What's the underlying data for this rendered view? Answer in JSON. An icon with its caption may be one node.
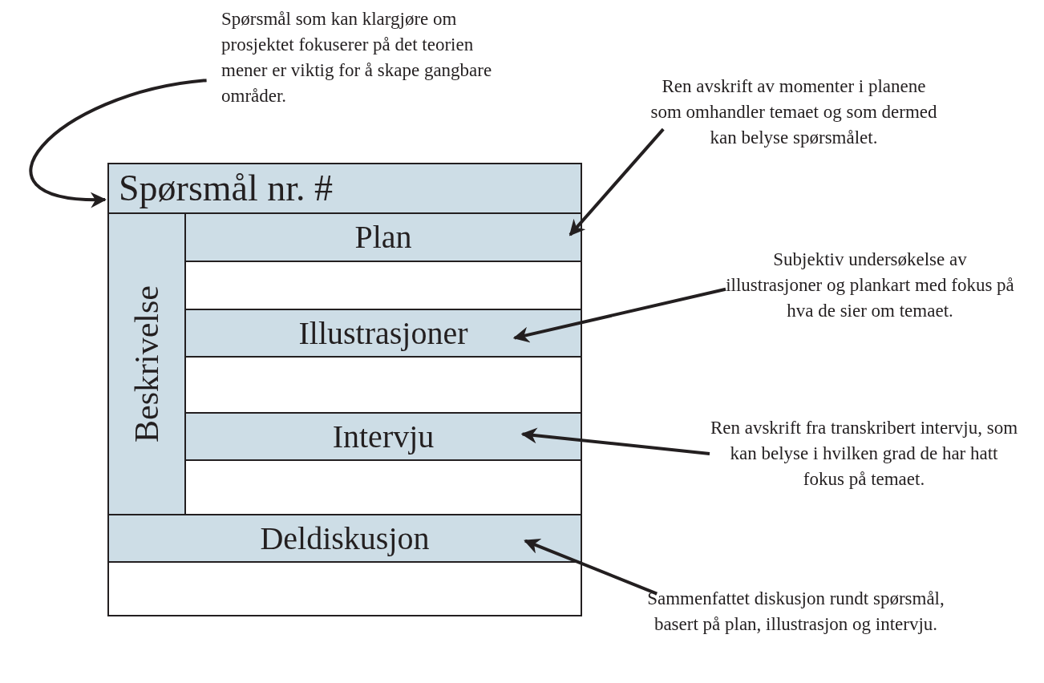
{
  "diagram": {
    "nodes": [
      {
        "text": [
          "Spørsmål nr. #"
        ]
      },
      {
        "text": [
          "Beskrivelse"
        ]
      },
      {
        "text": [
          "Plan"
        ]
      },
      {
        "text": [],
        "shape": "box"
      },
      {
        "text": [
          "Illustrasjoner"
        ]
      },
      {
        "text": [],
        "shape": "box"
      },
      {
        "text": [
          "Intervju"
        ]
      },
      {
        "text": [],
        "shape": "box"
      },
      {
        "text": [
          "Deldiskusjon"
        ]
      },
      {
        "text": [],
        "shape": "box"
      },
      {
        "text": [
          "Spørsmål som kan klargjøre om prosjektet fokuserer på det teorien mener er viktig for å skape gangbare områder."
        ]
      },
      {
        "text": [
          "Ren avskrift av momenter i planene som omhandler temaet og som dermed kan belyse spørsmålet."
        ]
      },
      {
        "text": [
          "Subjektiv undersøkelse av illustrasjoner og plankart med fokus på hva de sier om temaet."
        ]
      },
      {
        "text": [
          "Ren avskrift fra transkribert intervju, som kan belyse i hvilken grad de har hatt fokus på temaet."
        ]
      },
      {
        "text": [
          "Sammenfattet diskusjon rundt spørsmål, basert på plan, illustrasjon og intervju."
        ]
      }
    ],
    "edges": [
      {
        "from": 10,
        "to": 0,
        "arrow": "to"
      },
      {
        "from": 11,
        "to": 2,
        "arrow": "to"
      },
      {
        "from": 12,
        "to": 4,
        "arrow": "to"
      },
      {
        "from": 13,
        "to": 6,
        "arrow": "to"
      },
      {
        "from": 14,
        "to": 8,
        "arrow": "to"
      }
    ]
  }
}
